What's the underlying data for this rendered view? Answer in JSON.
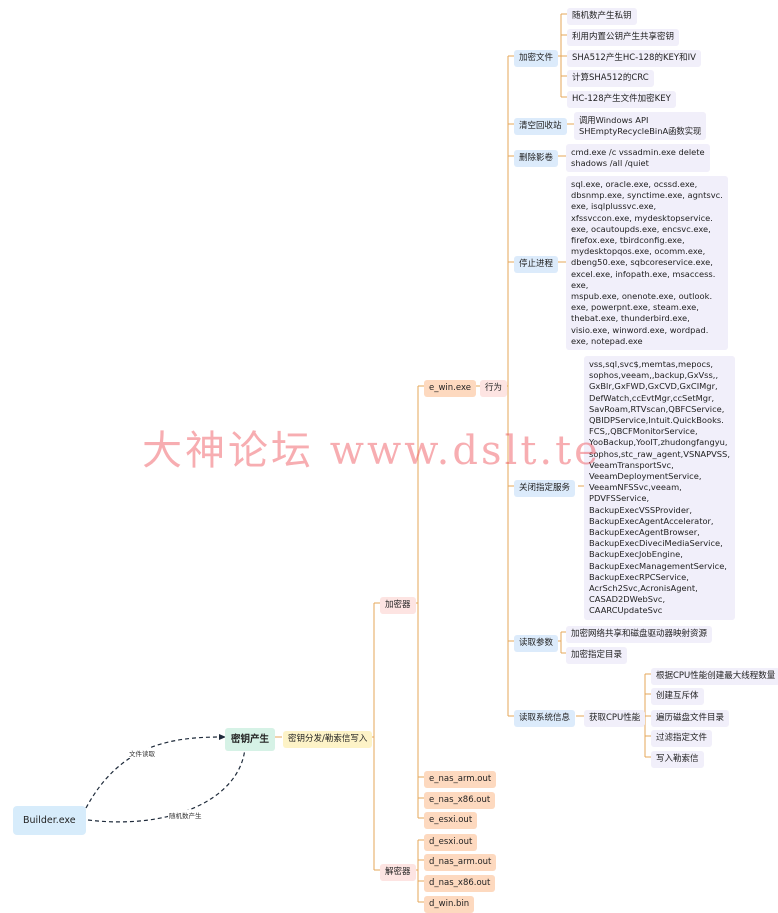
{
  "root": {
    "label": "Builder.exe"
  },
  "edges": {
    "file_read": "文件读取",
    "random_gen": "随机数产生"
  },
  "key_node": {
    "label": "密钥产生"
  },
  "distribute": {
    "label": "密钥分发/勒索信写入"
  },
  "encryptor": {
    "label": "加密器"
  },
  "decryptor": {
    "label": "解密器"
  },
  "e_win": {
    "label": "e_win.exe"
  },
  "behavior": {
    "label": "行为"
  },
  "encrypt_files": {
    "label": "加密文件",
    "items": [
      "随机数产生私钥",
      "利用内置公钥产生共享密钥",
      "SHA512产生HC-128的KEY和IV",
      "计算SHA512的CRC",
      "HC-128产生文件加密KEY"
    ]
  },
  "recycle": {
    "label": "清空回收站",
    "detail": [
      "调用Windows API",
      "SHEmptyRecycleBinA函数实现"
    ]
  },
  "shadow": {
    "label": "删除影卷",
    "detail": [
      "cmd.exe /c vssadmin.exe delete",
      "shadows /all /quiet"
    ]
  },
  "stop_proc": {
    "label": "停止进程",
    "lines": [
      "sql.exe, oracle.exe, ocssd.exe,",
      "dbsnmp.exe, synctime.exe, agntsvc.",
      "exe, isqlplussvc.exe,",
      "xfssvccon.exe, mydesktopservice.",
      "exe, ocautoupds.exe, encsvc.exe,",
      "firefox.exe, tbirdconfig.exe,",
      "mydesktopqos.exe, ocomm.exe,",
      "dbeng50.exe, sqbcoreservice.exe,",
      "excel.exe, infopath.exe, msaccess.",
      "exe,",
      "mspub.exe, onenote.exe, outlook.",
      "exe, powerpnt.exe, steam.exe,",
      "thebat.exe, thunderbird.exe,",
      "visio.exe, winword.exe, wordpad.",
      "exe, notepad.exe"
    ]
  },
  "stop_svc": {
    "label": "关闭指定服务",
    "lines": [
      "vss,sql,svc$,memtas,mepocs,",
      "sophos,veeam,,backup,GxVss,,",
      "GxBlr,GxFWD,GxCVD,GxCIMgr,",
      "DefWatch,ccEvtMgr,ccSetMgr,",
      "SavRoam,RTVscan,QBFCService,",
      "QBIDPService,Intuit.QuickBooks.",
      "FCS,,QBCFMonitorService,",
      "YooBackup,YooIT,zhudongfangyu,",
      "sophos,stc_raw_agent,VSNAPVSS,",
      "VeeamTransportSvc,",
      "VeeamDeploymentService,",
      "VeeamNFSSvc,veeam,",
      "PDVFSService,",
      "BackupExecVSSProvider,",
      "BackupExecAgentAccelerator,",
      "BackupExecAgentBrowser,",
      "BackupExecDiveciMediaService,",
      "BackupExecJobEngine,",
      "BackupExecManagementService,",
      "BackupExecRPCService,",
      "AcrSch2Svc,AcronisAgent,",
      "CASAD2DWebSvc,",
      "CAARCUpdateSvc"
    ]
  },
  "read_params": {
    "label": "读取参数",
    "items": [
      "加密网络共享和磁盘驱动器映射资源",
      "加密指定目录"
    ]
  },
  "sysinfo": {
    "label": "读取系统信息",
    "cpu": "获取CPU性能",
    "items": [
      "根据CPU性能创建最大线程数量",
      "创建互斥体",
      "遍历磁盘文件目录",
      "过滤指定文件",
      "写入勒索信"
    ]
  },
  "enc_others": [
    "e_nas_arm.out",
    "e_nas_x86.out",
    "e_esxi.out"
  ],
  "dec_items": [
    "d_esxi.out",
    "d_nas_arm.out",
    "d_nas_x86.out",
    "d_win.bin"
  ],
  "watermark": "大神论坛  www.dslt.te",
  "colors": {
    "line": "#e6a75a",
    "dashed": "#1e2a3a",
    "watermark": "#ec3c46"
  }
}
